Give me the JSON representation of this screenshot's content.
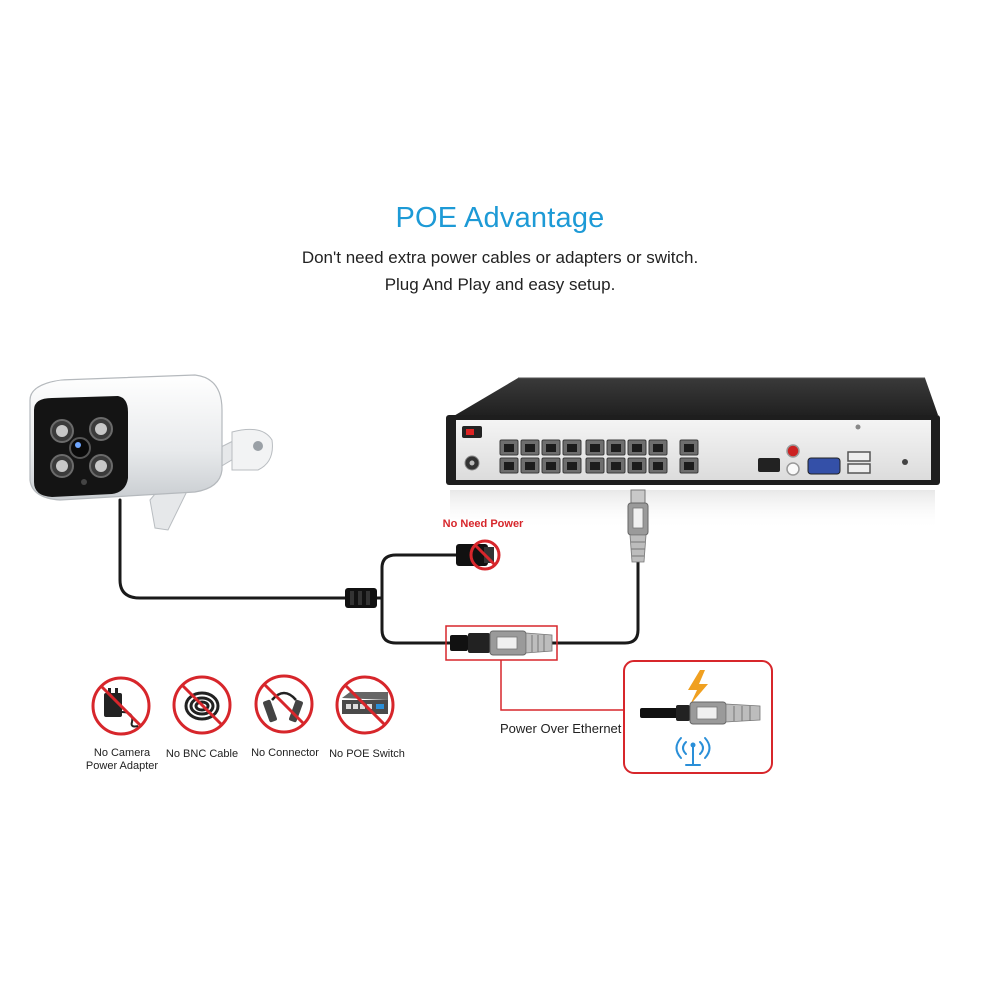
{
  "header": {
    "title": "POE Advantage",
    "subtitle_line1": "Don't need extra power cables or adapters or switch.",
    "subtitle_line2": "Plug And Play and easy setup."
  },
  "labels": {
    "no_need_power": "No Need Power",
    "power_over_ethernet": "Power Over Ethernet"
  },
  "features": [
    {
      "icon": "power-adapter-icon",
      "line1": "No Camera",
      "line2": "Power Adapter"
    },
    {
      "icon": "bnc-cable-icon",
      "line1": "No BNC Cable",
      "line2": ""
    },
    {
      "icon": "connector-icon",
      "line1": "No Connector",
      "line2": ""
    },
    {
      "icon": "poe-switch-icon",
      "line1": "No POE Switch",
      "line2": ""
    }
  ],
  "colors": {
    "title_blue": "#1d9ad6",
    "alert_red": "#d7262b",
    "cable": "#1a1a1a",
    "nvr_body": "#2a2a2a",
    "bolt_orange": "#f0a020",
    "wifi_blue": "#2a8fd8"
  }
}
